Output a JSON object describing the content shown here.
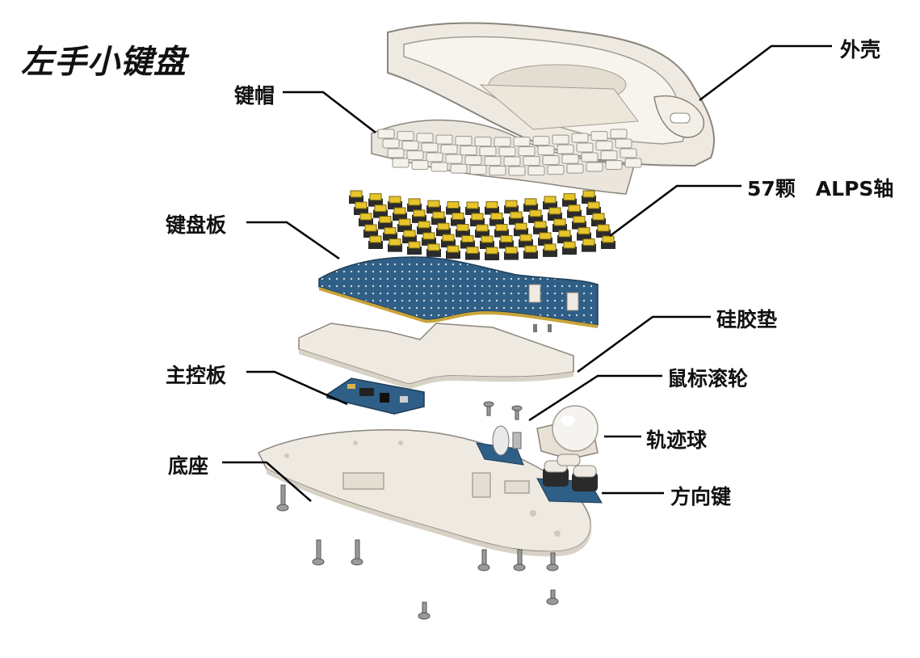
{
  "title": "左手小键盘",
  "labels": {
    "shell": "外壳",
    "keycaps": "键帽",
    "switches": "57颗　ALPS轴",
    "plate": "键盘板",
    "silicone_pad": "硅胶垫",
    "main_board": "主控板",
    "scroll_wheel": "鼠标滚轮",
    "trackball": "轨迹球",
    "base": "底座",
    "dpad": "方向键"
  },
  "colors": {
    "shell": "#efeae1",
    "shell_edge": "#8a857c",
    "pcb": "#2f5f86",
    "switch_yellow": "#e7c52a",
    "switch_dark": "#2b2b2b",
    "line": "#000000"
  }
}
